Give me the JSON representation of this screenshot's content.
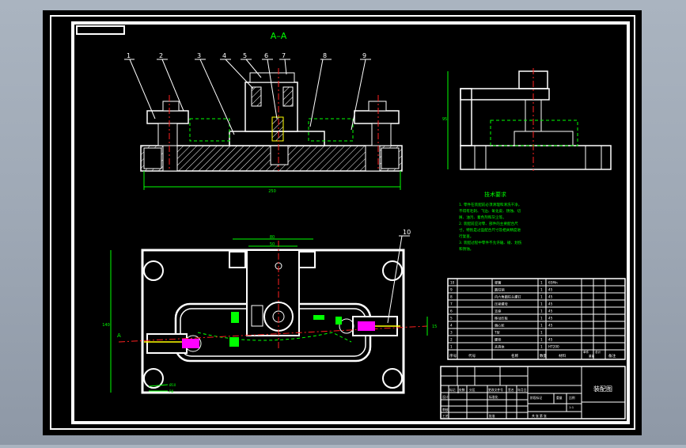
{
  "drawing": {
    "section_title": "A–A",
    "section_mark": "A",
    "balloons": [
      "1",
      "2",
      "3",
      "4",
      "5",
      "6",
      "7",
      "8",
      "9",
      "10"
    ],
    "dimensions": {
      "front_width": "250",
      "side_height": "95",
      "plan_height": "140",
      "plan_top_1": "80",
      "plan_top_2": "50",
      "plan_right": "15",
      "plan_dim_1": "Ø10",
      "plan_dim_2": "R8"
    },
    "tech_req": {
      "title": "技术要求",
      "lines": [
        "1. 零件在装配前必须清理和清洗干净，",
        "不得有毛刺、飞边、氧化皮、锈蚀、切",
        "屑、油污、着色剂和灰尘等。",
        "2. 装配前应对零、部件的主要配合尺",
        "寸，特别是过盈配合尺寸及相关精度进",
        "行复查。",
        "3. 装配过程中零件不允许磕、碰、划伤",
        "和锈蚀。"
      ]
    }
  },
  "bom": {
    "rows": [
      {
        "no": "10",
        "name": "弹簧",
        "qty": "1",
        "material": "65Mn"
      },
      {
        "no": "9",
        "name": "圆柱销",
        "qty": "1",
        "material": "45"
      },
      {
        "no": "8",
        "name": "内六角圆柱头螺钉",
        "qty": "1",
        "material": "45"
      },
      {
        "no": "7",
        "name": "压紧螺母",
        "qty": "1",
        "material": "45"
      },
      {
        "no": "6",
        "name": "支座",
        "qty": "1",
        "material": "45"
      },
      {
        "no": "5",
        "name": "移动压板",
        "qty": "1",
        "material": "45"
      },
      {
        "no": "4",
        "name": "偏心轮",
        "qty": "1",
        "material": "45"
      },
      {
        "no": "3",
        "name": "T型",
        "qty": "1",
        "material": ""
      },
      {
        "no": "2",
        "name": "螺栓",
        "qty": "1",
        "material": "45"
      },
      {
        "no": "1",
        "name": "夹具体",
        "qty": "1",
        "material": "HT200"
      }
    ],
    "header": {
      "no": "序号",
      "code": "代号",
      "name": "名称",
      "qty": "数量",
      "material": "材料",
      "unit_weight": "单件",
      "total_weight": "总计",
      "weight": "重量",
      "remark": "备注"
    }
  },
  "title_block": {
    "drawing_name": "装配图",
    "labels": [
      "标记",
      "处数",
      "分区",
      "更改文件号",
      "签名",
      "年月日"
    ],
    "roles": [
      "设计",
      "审核",
      "工艺"
    ],
    "std": "标准化",
    "approve": "批准",
    "stage": "阶段标记",
    "weight": "重量",
    "scale": "比例",
    "scale_value": "1:1",
    "sheet": "共 张 第 张"
  }
}
